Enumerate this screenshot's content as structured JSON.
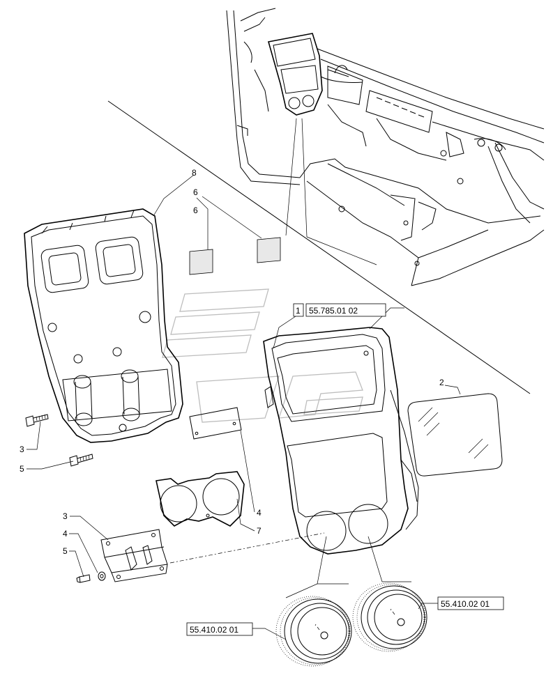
{
  "callouts": {
    "c1": "1",
    "c2": "2",
    "c3a": "3",
    "c3b": "3",
    "c4a": "4",
    "c4b": "4",
    "c5a": "5",
    "c5b": "5",
    "c6a": "6",
    "c6b": "6",
    "c7": "7",
    "c8": "8"
  },
  "references": {
    "r1": "55.785.01 02",
    "r2": "55.410.02 01",
    "r3": "55.410.02 01"
  }
}
